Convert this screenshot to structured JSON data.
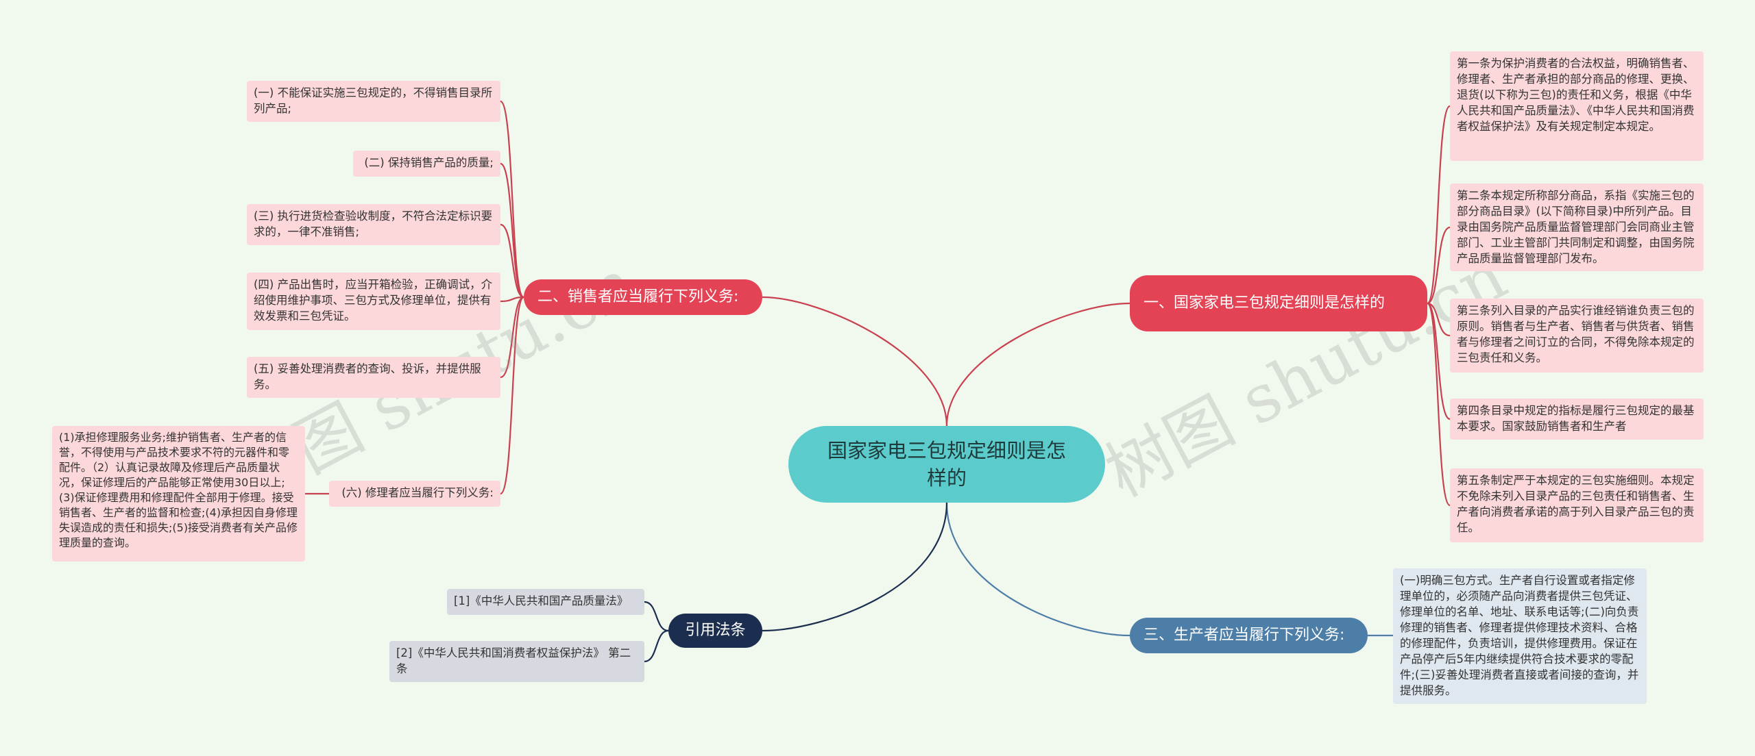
{
  "colors": {
    "background": "#f1f8ee",
    "center": "#5ccbcb",
    "red_branch": "#e34355",
    "red_link": "#c9404f",
    "blue_branch": "#4d7ea8",
    "navy_branch": "#1c2e4f",
    "pink_leaf": "#fcd8db",
    "grey_leaf": "#d6d9df",
    "blue_leaf": "#dfe7ef"
  },
  "watermark": [
    "树图 shutu.cn",
    "树图 shutu.cn"
  ],
  "center": {
    "label": "国家家电三包规定细则是怎样的"
  },
  "branch1": {
    "label": "一、国家家电三包规定细则是怎样的",
    "items": [
      "第一条为保护消费者的合法权益，明确销售者、修理者、生产者承担的部分商品的修理、更换、退货(以下称为三包)的责任和义务，根据《中华人民共和国产品质量法》、《中华人民共和国消费者权益保护法》及有关规定制定本规定。",
      "第二条本规定所称部分商品，系指《实施三包的部分商品目录》(以下简称目录)中所列产品。目录由国务院产品质量监督管理部门会同商业主管部门、工业主管部门共同制定和调整，由国务院产品质量监督管理部门发布。",
      "第三条列入目录的产品实行谁经销谁负责三包的原则。销售者与生产者、销售者与供货者、销售者与修理者之间订立的合同，不得免除本规定的三包责任和义务。",
      "第四条目录中规定的指标是履行三包规定的最基本要求。国家鼓励销售者和生产者",
      "第五条制定严于本规定的三包实施细则。本规定不免除未列入目录产品的三包责任和销售者、生产者向消费者承诺的高于列入目录产品三包的责任。"
    ]
  },
  "branch2": {
    "label": "二、销售者应当履行下列义务:",
    "items": [
      "(一) 不能保证实施三包规定的，不得销售目录所列产品;",
      "(二) 保持销售产品的质量;",
      "(三) 执行进货检查验收制度，不符合法定标识要求的，一律不准销售;",
      "(四) 产品出售时，应当开箱检验，正确调试，介绍使用维护事项、三包方式及修理单位，提供有效发票和三包凭证。",
      "(五) 妥善处理消费者的查询、投诉，并提供服务。",
      "(六) 修理者应当履行下列义务:"
    ],
    "sub": "(1)承担修理服务业务;维护销售者、生产者的信誉，不得使用与产品技术要求不符的元器件和零配件。（2）认真记录故障及修理后产品质量状况，保证修理后的产品能够正常使用30日以上;(3)保证修理费用和修理配件全部用于修理。接受销售者、生产者的监督和检查;(4)承担因自身修理失误造成的责任和损失;(5)接受消费者有关产品修理质量的查询。"
  },
  "branch3": {
    "label": "三、生产者应当履行下列义务:",
    "items": [
      "(一)明确三包方式。生产者自行设置或者指定修理单位的，必须随产品向消费者提供三包凭证、修理单位的名单、地址、联系电话等;(二)向负责修理的销售者、修理者提供修理技术资料、合格的修理配件，负责培训，提供修理费用。保证在产品停产后5年内继续提供符合技术要求的零配件;(三)妥善处理消费者直接或者间接的查询，并提供服务。"
    ]
  },
  "branch4": {
    "label": "引用法条",
    "items": [
      "[1]《中华人民共和国产品质量法》",
      "[2]《中华人民共和国消费者权益保护法》 第二条"
    ]
  }
}
